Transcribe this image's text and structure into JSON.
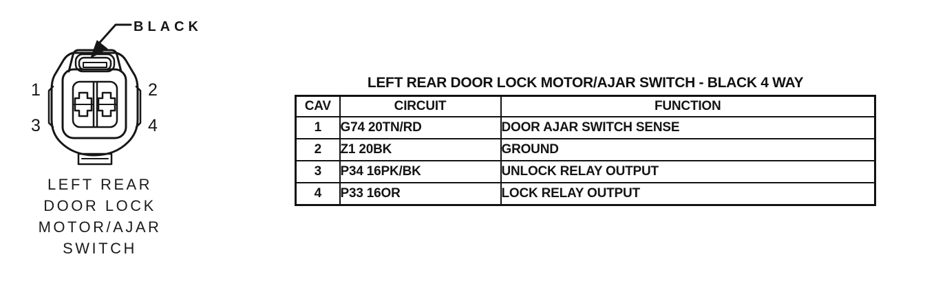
{
  "diagram": {
    "connector_color_label": "BLACK",
    "pins": [
      "1",
      "2",
      "3",
      "4"
    ],
    "caption_lines": [
      "LEFT REAR",
      "DOOR LOCK",
      "MOTOR/AJAR",
      "SWITCH"
    ]
  },
  "table": {
    "title": "LEFT REAR DOOR LOCK MOTOR/AJAR SWITCH - BLACK 4 WAY",
    "headers": [
      "CAV",
      "CIRCUIT",
      "FUNCTION"
    ],
    "rows": [
      {
        "cav": "1",
        "circuit": "G74 20TN/RD",
        "function": "DOOR AJAR SWITCH SENSE"
      },
      {
        "cav": "2",
        "circuit": "Z1 20BK",
        "function": "GROUND"
      },
      {
        "cav": "3",
        "circuit": "P34 16PK/BK",
        "function": "UNLOCK RELAY OUTPUT"
      },
      {
        "cav": "4",
        "circuit": "P33 16OR",
        "function": "LOCK RELAY OUTPUT"
      }
    ]
  },
  "colors": {
    "ink": "#161616",
    "paper": "#ffffff"
  }
}
